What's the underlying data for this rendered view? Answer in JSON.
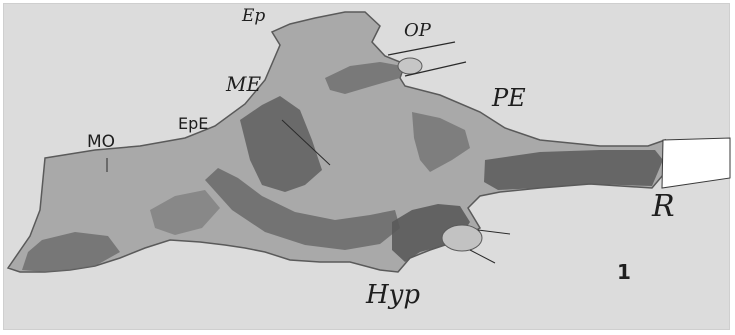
{
  "figure": {
    "number": "1",
    "labels": {
      "ep": "Ep",
      "op": "OP",
      "me": "ME",
      "pe": "PE",
      "epe": "EpE",
      "mo": "MO",
      "r": "R",
      "hyp": "Hyp"
    },
    "colors": {
      "background": "#dcdcdc",
      "tissue": "#a9a9a9",
      "tissue_dark": "#5f5f5f",
      "ink": "#1e1e1e"
    }
  }
}
